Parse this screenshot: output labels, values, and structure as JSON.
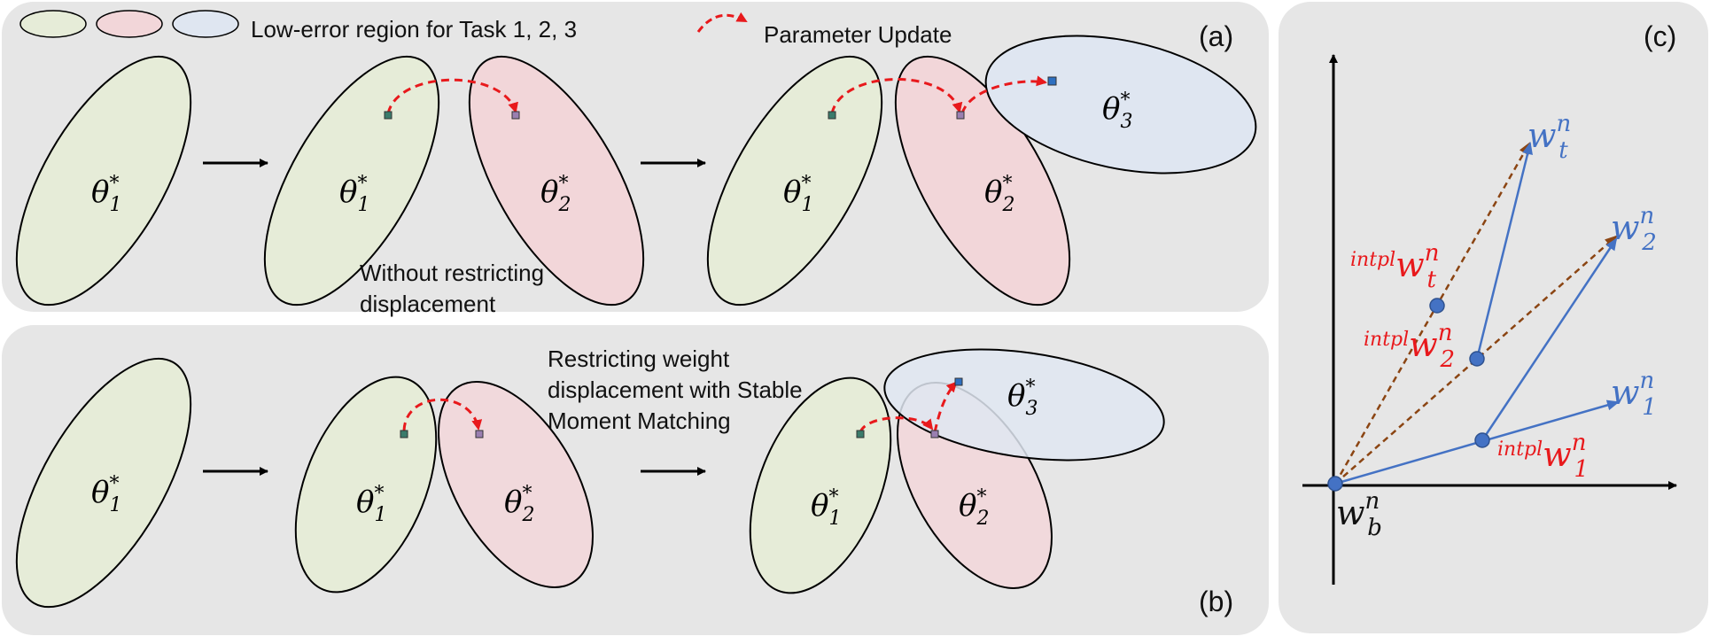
{
  "legend": {
    "region_text": "Low-error region for Task 1, 2, 3",
    "update_text": "Parameter Update"
  },
  "colors": {
    "task1": "#e6ecd8",
    "task2": "#f2d6d9",
    "task3": "#dfe6f1",
    "panel_bg": "#e6e6e6",
    "update_arrow": "#e8191c",
    "vector_blue": "#4472c4",
    "dashed_brown": "#8b4513",
    "red_label": "#e8191c"
  },
  "panel_a": {
    "label": "(a)",
    "annotation_line1": "Without restricting",
    "annotation_line2": "displacement"
  },
  "panel_b": {
    "label": "(b)",
    "annotation_line1": "Restricting weight",
    "annotation_line2": "displacement with Stable",
    "annotation_line3": "Moment Matching"
  },
  "panel_c": {
    "label": "(c)"
  },
  "math": {
    "theta": "θ",
    "star": "*",
    "sub1": "1",
    "sub2": "2",
    "sub3": "3",
    "w": "w",
    "n": "n",
    "t": "t",
    "b": "b",
    "intpl": "intpl"
  }
}
